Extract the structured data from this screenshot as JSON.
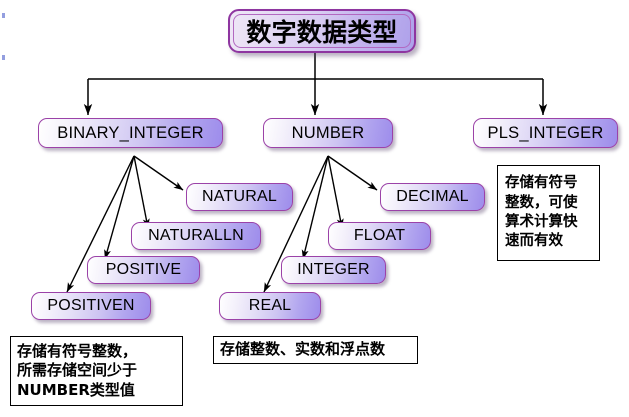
{
  "diagram": {
    "type": "hierarchy-tree",
    "title": "数字数据类型",
    "root": {
      "label": "数字数据类型"
    },
    "level2": [
      {
        "id": "binary-integer",
        "label": "BINARY_INTEGER"
      },
      {
        "id": "number",
        "label": "NUMBER"
      },
      {
        "id": "pls-integer",
        "label": "PLS_INTEGER"
      }
    ],
    "binary_integer_children": [
      {
        "id": "natural",
        "label": "NATURAL"
      },
      {
        "id": "naturalln",
        "label": "NATURALLN"
      },
      {
        "id": "positive",
        "label": "POSITIVE"
      },
      {
        "id": "positiven",
        "label": "POSITIVEN"
      }
    ],
    "number_children": [
      {
        "id": "decimal",
        "label": "DECIMAL"
      },
      {
        "id": "float",
        "label": "FLOAT"
      },
      {
        "id": "integer",
        "label": "INTEGER"
      },
      {
        "id": "real",
        "label": "REAL"
      }
    ],
    "notes": [
      {
        "id": "pls-integer-note",
        "target": "PLS_INTEGER",
        "text": "存储有符号整数，可使算术计算快速而有效",
        "lines": [
          "存储有符号",
          "整数，可使",
          "算术计算快",
          "速而有效"
        ]
      },
      {
        "id": "binary-integer-note",
        "target": "BINARY_INTEGER",
        "text": "存储有符号整数，所需存储空间少于NUMBER类型值",
        "lines": [
          "存储有符号整数，",
          "所需存储空间少于",
          "NUMBER类型值"
        ]
      },
      {
        "id": "number-note",
        "target": "NUMBER",
        "text": "存储整数、实数和浮点数",
        "lines": [
          "存储整数、实数和浮点数"
        ]
      }
    ],
    "colors": {
      "node_border": "#9b42a8",
      "node_gradient_light": "#ffffff",
      "node_gradient_dark": "#9d8ceb",
      "note_border": "#000000",
      "note_background": "#ffffff",
      "connector": "#000000",
      "canvas_background": "#ffffff"
    }
  }
}
